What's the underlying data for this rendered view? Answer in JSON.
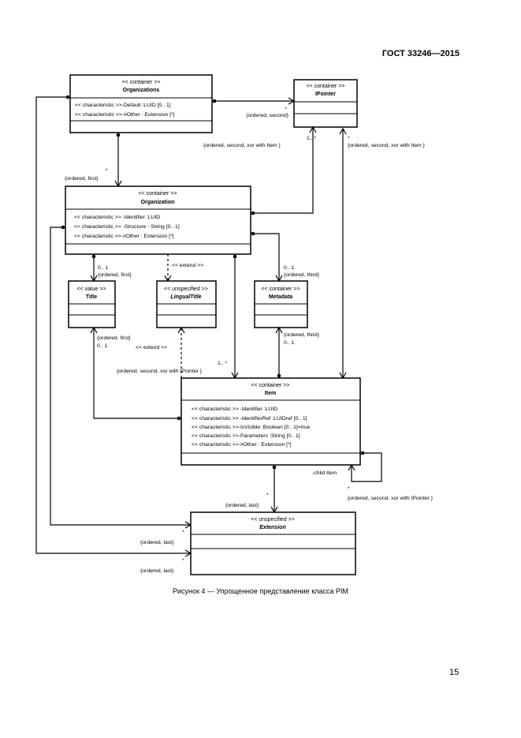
{
  "header": {
    "standard": "ГОСТ 33246—2015"
  },
  "caption": "Рисунок 4 — Упрощенное представление класса PIM",
  "page_number": "15",
  "classes": {
    "organizations": {
      "stereotype": "<< container >>",
      "name": "Organizations",
      "attrs": [
        "<< characteristic  >>-Default :LUID [0.. 1]",
        "<< characteristic  >>-#Other : Extension [*]"
      ]
    },
    "ipointer": {
      "stereotype": "<< container >>",
      "name": "IPointer"
    },
    "organization": {
      "stereotype": "<< container >>",
      "name": "Organization",
      "attrs": [
        "<< characteristic  >> -Identifier :LUID",
        "<< characteristic  >> -Structure : String [0.. 1]",
        "<< characteristic  >>-#Other : Extension [*]"
      ]
    },
    "title": {
      "stereotype": "<< value >>",
      "name": "Title"
    },
    "lingualtitle": {
      "stereotype": "<< unspecified >>",
      "name": "LingualTitle"
    },
    "metadata": {
      "stereotype": "<< container >>",
      "name": "Metadata"
    },
    "item": {
      "stereotype": "<< container >>",
      "name": "Item",
      "attrs": [
        "<< characteristic  >> -Identifier :LUID",
        "<< characteristic  >> -IdentifierRef :LUIDref [0.. 1]",
        "<< characteristic  >>-IsVisible :Boolean [0.. 1]=true",
        "<< characteristic  >>-Parameters :String [0.. 1]",
        "<< characteristic  >>-#Other : Extension [*]"
      ]
    },
    "extension": {
      "stereotype": "<< unspecified >>",
      "name": "Extension"
    }
  },
  "labels": {
    "star": "*",
    "ordered_second": "{ordered, second}",
    "one_star": "1.. *",
    "ordered_second_xor_item": "{ordered, second, xor with Item  }",
    "ordered_first": "{ordered, first}",
    "zero_one": "0.. 1",
    "extend": "<< extend >>",
    "ordered_third": "{ordered, third}",
    "ordered_second_xor_ipointer": "{ordered, second, xor with IPointer  }",
    "child_item": "-child Item",
    "ordered_last": "{ordered, last}"
  }
}
